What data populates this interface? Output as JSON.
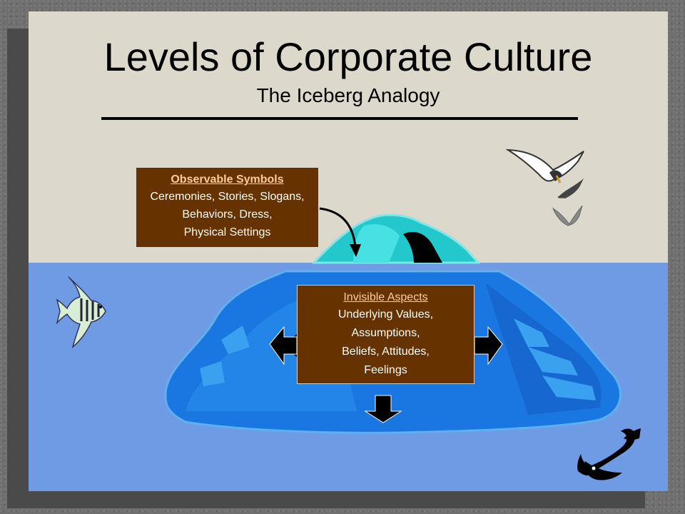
{
  "slide": {
    "title": "Levels of Corporate Culture",
    "subtitle": "The Iceberg Analogy"
  },
  "observable": {
    "heading": "Observable Symbols",
    "lines": [
      "Ceremonies, Stories, Slogans,",
      "Behaviors, Dress,",
      "Physical Settings"
    ]
  },
  "invisible": {
    "heading": "Invisible Aspects",
    "lines": [
      "Underlying Values,",
      "Assumptions,",
      "Beliefs, Attitudes,",
      "Feelings"
    ]
  },
  "icons": [
    "seagull-icon",
    "fish-icon",
    "angelfish-icon"
  ],
  "colors": {
    "slide_bg": "#ddd8cc",
    "water": "#6f9be4",
    "box": "#663300",
    "box_heading": "#ffcc99",
    "iceberg_top": "#2fd3d8",
    "iceberg_bottom": "#1f6fdc"
  }
}
